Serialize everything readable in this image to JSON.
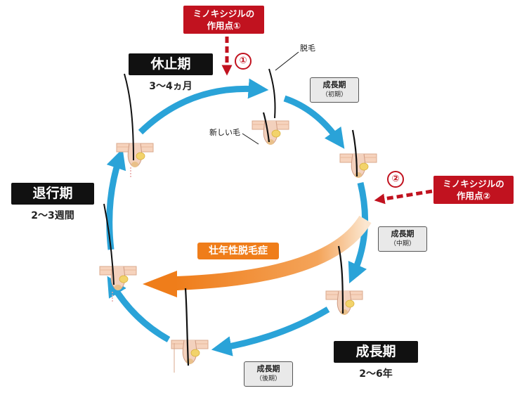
{
  "phases": {
    "anagen_main": {
      "label": "成長期",
      "duration": "2～6年"
    },
    "telogen": {
      "label": "休止期",
      "duration": "3～4ヵ月"
    },
    "catagen": {
      "label": "退行期",
      "duration": "2～3週間"
    }
  },
  "stages": {
    "early": {
      "label": "成長期",
      "sub": "（初期）"
    },
    "middle": {
      "label": "成長期",
      "sub": "（中期）"
    },
    "late": {
      "label": "成長期",
      "sub": "（後期）"
    }
  },
  "action_points": {
    "one": {
      "line1": "ミノキシジルの",
      "line2": "作用点①",
      "number": "①"
    },
    "two": {
      "line1": "ミノキシジルの",
      "line2": "作用点②",
      "number": "②"
    }
  },
  "annotations": {
    "shedding_hair": "脱毛",
    "new_hair": "新しい毛"
  },
  "aga_label": "壮年性脱毛症",
  "colors": {
    "cycle_arrow": "#2aa3d8",
    "aga_arrow": "#ef7d1a",
    "action_red": "#c1121f",
    "skin": "#f6d3bd",
    "bulb": "#f2d36b",
    "hair": "#111111"
  },
  "icons": [
    "hair-follicle-icon"
  ]
}
